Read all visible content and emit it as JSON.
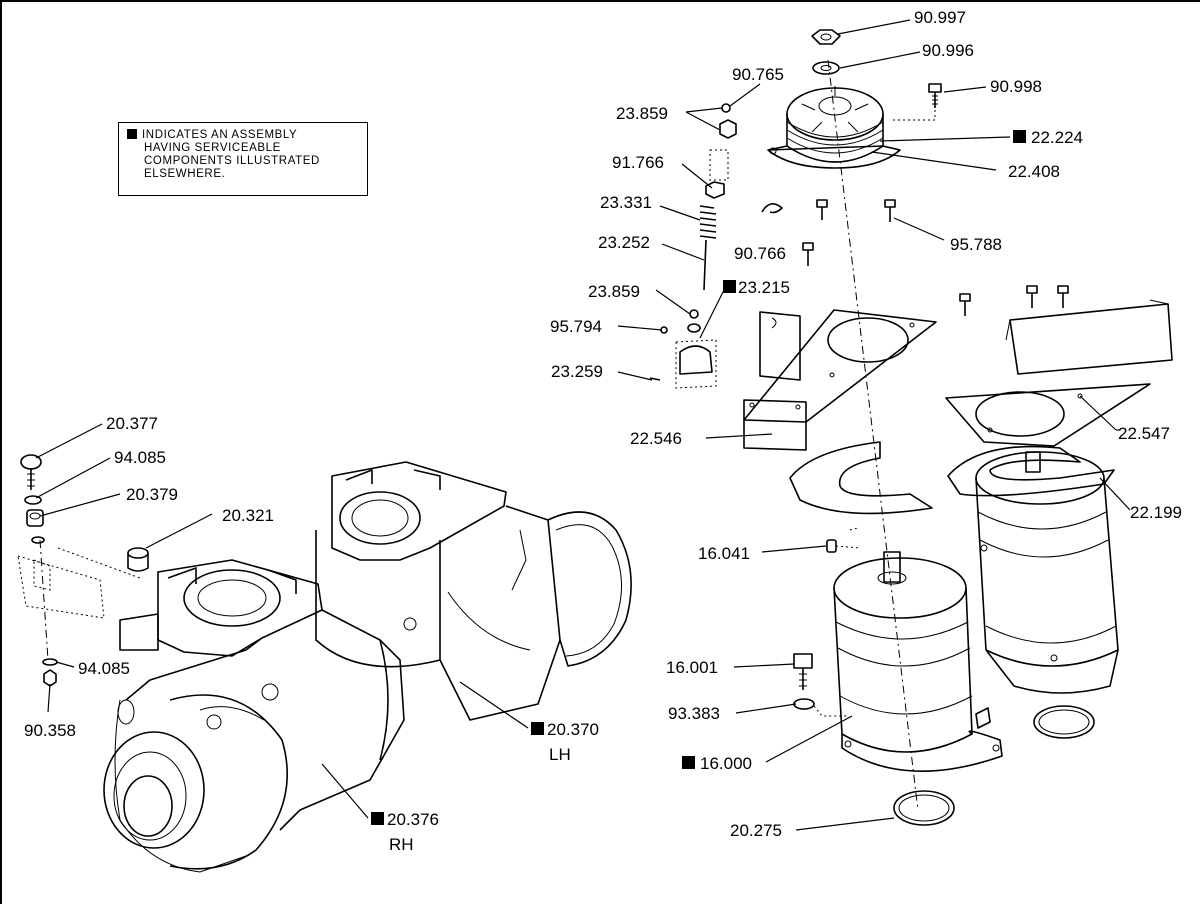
{
  "note": {
    "line1": "INDICATES AN ASSEMBLY",
    "line2": "HAVING SERVICEABLE",
    "line3": "COMPONENTS ILLUSTRATED",
    "line4": "ELSEWHERE."
  },
  "callouts": {
    "c90997": "90.997",
    "c90996": "90.996",
    "c90765": "90.765",
    "c90998": "90.998",
    "c23859a": "23.859",
    "c22224": "22.224",
    "c91766": "91.766",
    "c22408": "22.408",
    "c23331": "23.331",
    "c23252": "23.252",
    "c90766": "90.766",
    "c95788": "95.788",
    "c23215": "23.215",
    "c23859b": "23.859",
    "c95794": "95.794",
    "c23259": "23.259",
    "c20377": "20.377",
    "c94085a": "94.085",
    "c20379": "20.379",
    "c20321": "20.321",
    "c22546": "22.546",
    "c22547": "22.547",
    "c22199": "22.199",
    "c16041": "16.041",
    "c94085b": "94.085",
    "c90358": "90.358",
    "c16001": "16.001",
    "c20370": "20.370",
    "c20370_side": "LH",
    "c93383": "93.383",
    "c16000": "16.000",
    "c20376": "20.376",
    "c20376_side": "RH",
    "c20275": "20.275"
  }
}
